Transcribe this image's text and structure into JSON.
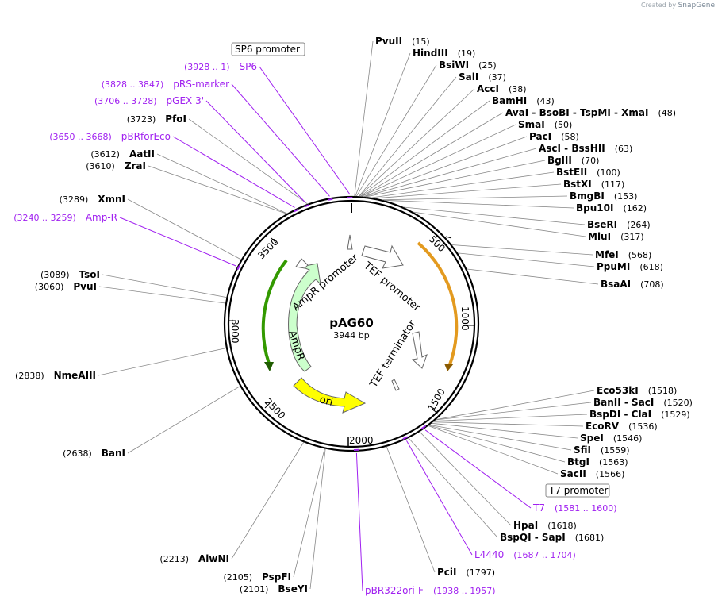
{
  "brand": {
    "created_by": "Created by",
    "name": "SnapGene"
  },
  "plasmid": {
    "name": "pAG60",
    "size_label": "3944 bp",
    "length": 3944
  },
  "ruler": {
    "ticks": [
      500,
      1000,
      1500,
      2000,
      2500,
      3000,
      3500
    ]
  },
  "features": [
    {
      "name": "TEF promoter",
      "color": "#ffffff"
    },
    {
      "name": "TEF terminator",
      "color": "#ffffff"
    },
    {
      "name": "ori",
      "color": "#ffff00"
    },
    {
      "name": "AmpR",
      "color": "#ccffcc"
    },
    {
      "name": "AmpR promoter",
      "color": "#ffffff"
    }
  ],
  "boxed_primers": [
    {
      "name": "SP6 promoter"
    },
    {
      "name": "T7 promoter"
    }
  ],
  "sites": [
    {
      "name": "PvuII",
      "pos": "(15)"
    },
    {
      "name": "HindIII",
      "pos": "(19)"
    },
    {
      "name": "BsiWI",
      "pos": "(25)"
    },
    {
      "name": "SalI",
      "pos": "(37)"
    },
    {
      "name": "AccI",
      "pos": "(38)"
    },
    {
      "name": "BamHI",
      "pos": "(43)"
    },
    {
      "name": "AvaI - BsoBI - TspMI - XmaI",
      "pos": "(48)"
    },
    {
      "name": "SmaI",
      "pos": "(50)"
    },
    {
      "name": "PacI",
      "pos": "(58)"
    },
    {
      "name": "AscI - BssHII",
      "pos": "(63)"
    },
    {
      "name": "BglII",
      "pos": "(70)"
    },
    {
      "name": "BstEII",
      "pos": "(100)"
    },
    {
      "name": "BstXI",
      "pos": "(117)"
    },
    {
      "name": "BmgBI",
      "pos": "(153)"
    },
    {
      "name": "Bpu10I",
      "pos": "(162)"
    },
    {
      "name": "BseRI",
      "pos": "(264)"
    },
    {
      "name": "MluI",
      "pos": "(317)"
    },
    {
      "name": "MfeI",
      "pos": "(568)"
    },
    {
      "name": "PpuMI",
      "pos": "(618)"
    },
    {
      "name": "BsaAI",
      "pos": "(708)"
    },
    {
      "name": "Eco53kI",
      "pos": "(1518)"
    },
    {
      "name": "BanII - SacI",
      "pos": "(1520)"
    },
    {
      "name": "BspDI - ClaI",
      "pos": "(1529)"
    },
    {
      "name": "EcoRV",
      "pos": "(1536)"
    },
    {
      "name": "SpeI",
      "pos": "(1546)"
    },
    {
      "name": "SfiI",
      "pos": "(1559)"
    },
    {
      "name": "BtgI",
      "pos": "(1563)"
    },
    {
      "name": "SacII",
      "pos": "(1566)"
    },
    {
      "name": "HpaI",
      "pos": "(1618)"
    },
    {
      "name": "BspQI - SapI",
      "pos": "(1681)"
    },
    {
      "name": "PciI",
      "pos": "(1797)"
    },
    {
      "name": "BseYI",
      "pos": "(2101)"
    },
    {
      "name": "PspFI",
      "pos": "(2105)"
    },
    {
      "name": "AlwNI",
      "pos": "(2213)"
    },
    {
      "name": "BanI",
      "pos": "(2638)"
    },
    {
      "name": "NmeAIII",
      "pos": "(2838)"
    },
    {
      "name": "PvuI",
      "pos": "(3060)"
    },
    {
      "name": "TsoI",
      "pos": "(3089)"
    },
    {
      "name": "XmnI",
      "pos": "(3289)"
    },
    {
      "name": "ZraI",
      "pos": "(3610)"
    },
    {
      "name": "AatII",
      "pos": "(3612)"
    },
    {
      "name": "PfoI",
      "pos": "(3723)"
    }
  ],
  "primers": [
    {
      "name": "SP6",
      "range": "(3928 .. 1)"
    },
    {
      "name": "pRS-marker",
      "range": "(3828 .. 3847)"
    },
    {
      "name": "pGEX 3'",
      "range": "(3706 .. 3728)"
    },
    {
      "name": "pBRforEco",
      "range": "(3650 .. 3668)"
    },
    {
      "name": "Amp-R",
      "range": "(3240 .. 3259)"
    },
    {
      "name": "T7",
      "range": "(1581 .. 1600)"
    },
    {
      "name": "L4440",
      "range": "(1687 .. 1704)"
    },
    {
      "name": "pBR322ori-F",
      "range": "(1938 .. 1957)"
    }
  ],
  "colors": {
    "primer": "#a020f0",
    "backbone": "#000000",
    "leader": "#888888",
    "ori_outline": "#666666",
    "amp_arrow": "#339900",
    "tef_arrow": "#e39a1f"
  }
}
